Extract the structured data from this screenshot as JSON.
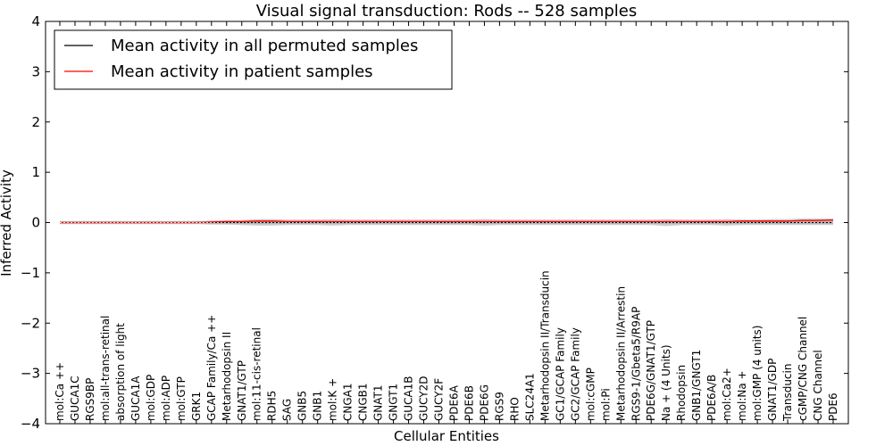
{
  "chart_data": {
    "type": "line",
    "title": "Visual signal transduction: Rods -- 528 samples",
    "xlabel": "Cellular Entities",
    "ylabel": "Inferred Activity",
    "ylim": [
      -4,
      4
    ],
    "yticks": [
      "−4",
      "−3",
      "−2",
      "−1",
      "0",
      "1",
      "2",
      "3",
      "4"
    ],
    "grid": false,
    "legend_position": "top-left",
    "categories": [
      "mol:Ca ++",
      "GUCA1C",
      "RGS9BP",
      "mol:all-trans-retinal",
      "absorption of light",
      "GUCA1A",
      "mol:GDP",
      "mol:ADP",
      "mol:GTP",
      "GRK1",
      "GCAP Family/Ca ++",
      "Metarhodopsin II",
      "GNAT1/GTP",
      "mol:11-cis-retinal",
      "RDH5",
      "SAG",
      "GNB5",
      "GNB1",
      "mol:K +",
      "CNGA1",
      "CNGB1",
      "GNAT1",
      "GNGT1",
      "GUCA1B",
      "GUCY2D",
      "GUCY2F",
      "PDE6A",
      "PDE6B",
      "PDE6G",
      "RGS9",
      "RHO",
      "SLC24A1",
      "Metarhodopsin II/Transducin",
      "GC1/GCAP Family",
      "GC2/GCAP Family",
      "mol:cGMP",
      "mol:Pi",
      "Metarhodopsin II/Arrestin",
      "RGS9-1/Gbeta5/R9AP",
      "PDE6G/GNAT1/GTP",
      "Na + (4 Units)",
      "Rhodopsin",
      "GNB1/GNGT1",
      "PDE6A/B",
      "mol:Ca2+",
      "mol:Na +",
      "mol:GMP (4 units)",
      "GNAT1/GDP",
      "Transducin",
      "cGMP/CNG Channel",
      "CNG Channel",
      "PDE6"
    ],
    "series": [
      {
        "name": "Mean activity in all permuted samples",
        "color": "#000000",
        "values": [
          0.0,
          0.0,
          0.0,
          0.0,
          0.0,
          0.0,
          0.0,
          0.0,
          0.0,
          0.0,
          0.0,
          0.0,
          0.0,
          0.0,
          0.0,
          0.0,
          0.0,
          0.0,
          0.0,
          0.0,
          0.0,
          0.0,
          0.0,
          0.0,
          0.0,
          0.0,
          0.0,
          0.0,
          0.0,
          0.0,
          0.0,
          0.0,
          0.0,
          0.0,
          0.0,
          0.0,
          0.0,
          0.0,
          0.0,
          0.0,
          0.0,
          0.0,
          0.0,
          0.0,
          0.0,
          0.0,
          0.0,
          0.0,
          0.0,
          0.0,
          0.0,
          0.0
        ]
      },
      {
        "name": "Mean activity in patient samples",
        "color": "#ff0000",
        "values": [
          0.0,
          0.0,
          0.0,
          0.0,
          0.0,
          0.0,
          0.0,
          0.0,
          0.0,
          0.0,
          0.01,
          0.02,
          0.02,
          0.03,
          0.03,
          0.02,
          0.02,
          0.02,
          0.02,
          0.02,
          0.02,
          0.02,
          0.02,
          0.02,
          0.02,
          0.02,
          0.02,
          0.02,
          0.02,
          0.02,
          0.02,
          0.02,
          0.02,
          0.02,
          0.02,
          0.02,
          0.02,
          0.02,
          0.02,
          0.02,
          0.02,
          0.02,
          0.02,
          0.02,
          0.02,
          0.03,
          0.03,
          0.03,
          0.03,
          0.04,
          0.04,
          0.05
        ]
      }
    ],
    "band": {
      "color": "#cccccc",
      "lower": [
        -0.03,
        -0.03,
        -0.03,
        -0.03,
        -0.03,
        -0.03,
        -0.03,
        -0.03,
        -0.03,
        -0.03,
        -0.04,
        -0.04,
        -0.05,
        -0.06,
        -0.06,
        -0.05,
        -0.05,
        -0.05,
        -0.06,
        -0.05,
        -0.05,
        -0.05,
        -0.05,
        -0.05,
        -0.05,
        -0.05,
        -0.05,
        -0.05,
        -0.06,
        -0.05,
        -0.05,
        -0.05,
        -0.05,
        -0.05,
        -0.05,
        -0.05,
        -0.05,
        -0.05,
        -0.05,
        -0.05,
        -0.07,
        -0.05,
        -0.05,
        -0.05,
        -0.06,
        -0.05,
        -0.05,
        -0.05,
        -0.05,
        -0.05,
        -0.05,
        -0.05
      ],
      "upper": [
        0.03,
        0.03,
        0.03,
        0.03,
        0.03,
        0.03,
        0.03,
        0.03,
        0.03,
        0.03,
        0.04,
        0.05,
        0.05,
        0.07,
        0.07,
        0.06,
        0.06,
        0.06,
        0.07,
        0.06,
        0.06,
        0.06,
        0.06,
        0.06,
        0.06,
        0.06,
        0.06,
        0.06,
        0.07,
        0.06,
        0.06,
        0.06,
        0.06,
        0.06,
        0.06,
        0.06,
        0.06,
        0.06,
        0.06,
        0.06,
        0.07,
        0.06,
        0.06,
        0.06,
        0.07,
        0.06,
        0.06,
        0.07,
        0.07,
        0.08,
        0.08,
        0.08
      ]
    }
  }
}
